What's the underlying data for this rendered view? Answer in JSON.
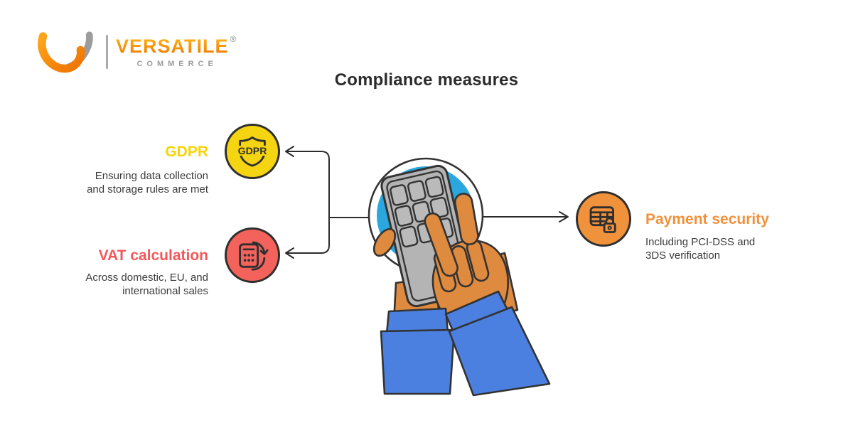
{
  "logo": {
    "brand": "VERSATILE",
    "registered_mark": "®",
    "subtitle": "COMMERCE",
    "mark": "versatile-v-logo",
    "brand_gradient": [
      "#FFB81C",
      "#EE7A00"
    ],
    "subtitle_color": "#9B9B9B"
  },
  "page": {
    "title": "Compliance measures",
    "title_color": "#2B2B2B"
  },
  "nodes": {
    "gdpr": {
      "label": "GDPR",
      "label_color": "#F6D408",
      "description": "Ensuring data collection and storage rules are met",
      "icon": "gdpr-shield-icon",
      "icon_text": "GDPR",
      "icon_bg": "#F5D411"
    },
    "vat": {
      "label": "VAT calculation",
      "label_color": "#F4575A",
      "description": "Across domestic, EU, and international sales",
      "icon": "calculator-sync-icon",
      "icon_bg": "#F4625C"
    },
    "payment": {
      "label": "Payment security",
      "label_color": "#F0913C",
      "description": "Including PCI-DSS and 3DS verification",
      "icon": "payment-table-lock-icon",
      "icon_bg": "#F0913C"
    }
  },
  "illustration": {
    "name": "hands-typing-on-calculator",
    "colors": {
      "ring": "#FFFFFF",
      "disc_blue": "#2BA7DF",
      "device_gray": "#B4B4B4",
      "skin": "#DE8A3F",
      "sleeve_blue": "#4C80E0",
      "outline": "#333333"
    }
  },
  "connectors": {
    "color": "#2B2B2B",
    "left_targets": [
      "gdpr",
      "vat"
    ],
    "right_target": "payment"
  }
}
